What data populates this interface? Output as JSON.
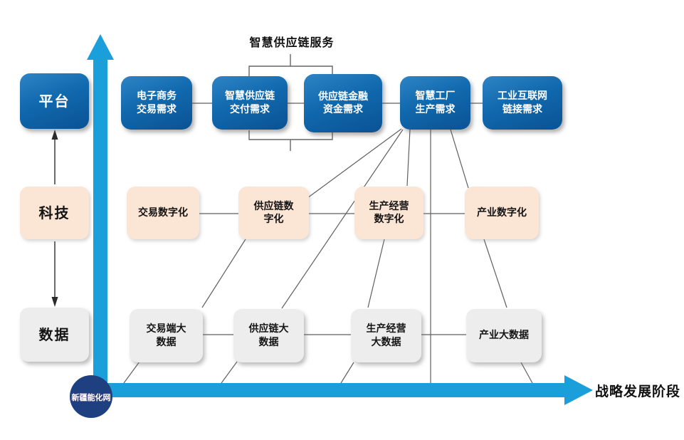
{
  "title": "智慧供应链服务",
  "x_axis_label": "战略发展阶段",
  "origin_badge": "新疆能化网",
  "left_column": {
    "platform": "平台",
    "technology": "科技",
    "data": "数据"
  },
  "demand_row": [
    "电子商务\n交易需求",
    "智慧供应链\n交付需求",
    "供应链金融\n资金需求",
    "智慧工厂\n生产需求",
    "工业互联网\n链接需求"
  ],
  "digitalization_row": [
    "交易数字化",
    "供应链数\n字化",
    "生产经营\n数字化",
    "产业数字化"
  ],
  "bigdata_row": [
    "交易端大\n数据",
    "供应链大\n数据",
    "生产经营\n大数据",
    "产业大数据"
  ],
  "colors": {
    "axis_blue": "#1b9fdb",
    "demand_box_blue": "#0e63a9",
    "digitalization_box_peach": "#fbe5d5",
    "bigdata_box_gray": "#ededed",
    "origin_circle_navy": "#1e4080",
    "connector_gray": "#5f5f5f"
  }
}
